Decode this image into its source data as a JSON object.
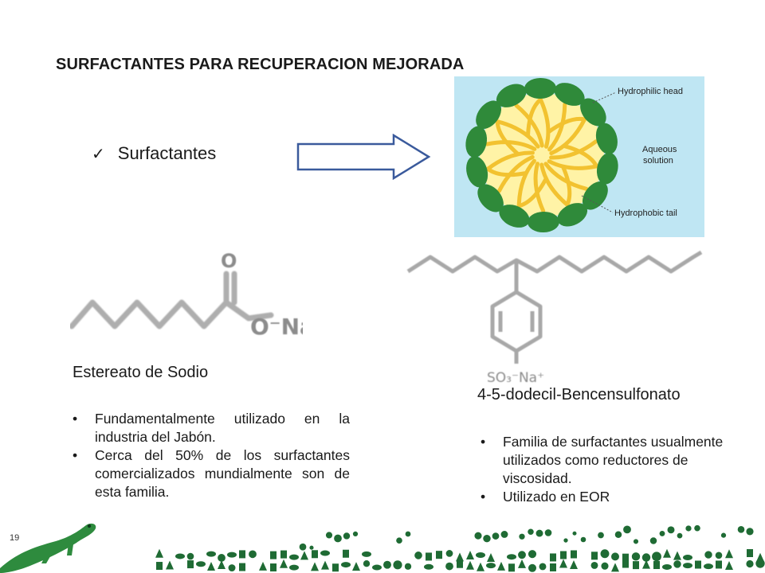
{
  "title": "SURFACTANTES PARA RECUPERACION MEJORADA",
  "check_item": {
    "icon": "checkmark-icon",
    "label": "Surfactantes"
  },
  "micelle_labels": {
    "hydrophilic": "Hydrophilic head",
    "aqueous_line1": "Aqueous",
    "aqueous_line2": "solution",
    "hydrophobic": "Hydrophobic tail"
  },
  "structures": {
    "stearate_label": "O⁻Na⁺",
    "dbs_label": "SO₃⁻Na⁺",
    "carbonyl_oxygen": "O"
  },
  "left_section": {
    "heading": "Estereato de Sodio",
    "bullets": [
      "Fundamentalmente utilizado en la industria del Jabón.",
      "Cerca del 50% de los surfactantes comercializados mundialmente son de esta familia."
    ]
  },
  "right_section": {
    "heading": "4-5-dodecil-Bencensulfonato",
    "bullets": [
      "Familia de surfactantes usualmente utilizados como reductores de viscosidad.",
      "Utilizado en EOR"
    ]
  },
  "page_number": "19",
  "colors": {
    "arrow_fill": "#ffffff",
    "arrow_stroke": "#3a5a9c",
    "micelle_bg": "#bfe6f3",
    "micelle_core": "#fff3a6",
    "micelle_tail": "#f2c230",
    "micelle_head": "#2f8a3a",
    "footer_green": "#1f6b34"
  }
}
